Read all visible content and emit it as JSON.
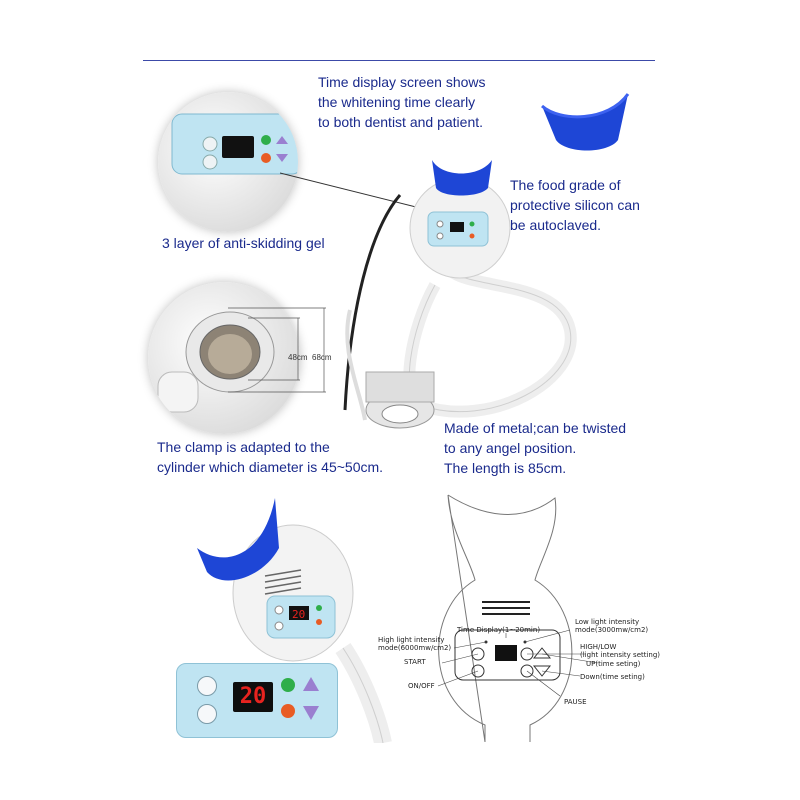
{
  "captions": {
    "time_display": "Time display screen shows\nthe whitening time clearly\nto both dentist and patient.",
    "food_grade": "The food grade of\nprotective silicon can\nbe autoclaved.",
    "anti_skid": "3 layer of anti-skidding gel",
    "clamp": "The clamp is adapted to the\ncylinder which diameter is 45~50cm.",
    "metal": "Made of metal;can be twisted\nto any angel position.\nThe length is 85cm."
  },
  "measurements": {
    "inner": "48cm",
    "outer": "68cm"
  },
  "display_value": "20",
  "diagram_labels": {
    "time_display": "Time Display(1~20min)",
    "low_intensity": "Low light intensity\nmode(3000mw/cm2)",
    "high_intensity": "High light intensity\nmode(6000mw/cm2)",
    "high_low": "HIGH/LOW\n(light intensity setting)",
    "start": "START",
    "up": "UP(time seting)",
    "on_off": "ON/OFF",
    "down": "Down(time seting)",
    "pause": "PAUSE"
  },
  "colors": {
    "caption_blue": "#1a2a8c",
    "silicon_blue": "#1e46d6",
    "panel_blue": "#bfe4f2",
    "led_red": "#e8231f"
  }
}
